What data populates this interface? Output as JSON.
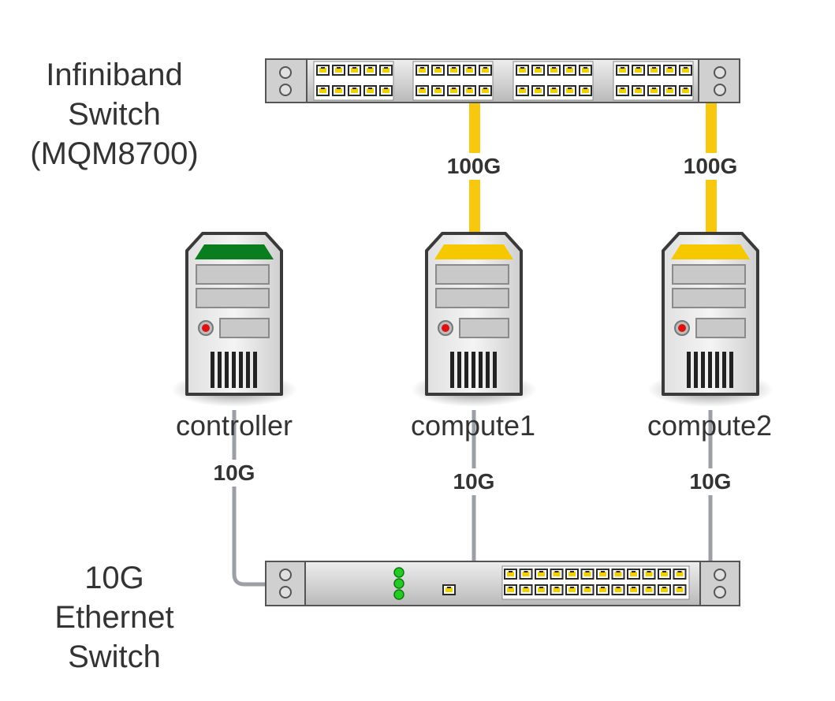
{
  "switches": {
    "infiniband": {
      "label_lines": [
        "Infiniband",
        "Switch",
        "(MQM8700)"
      ]
    },
    "ethernet": {
      "label_lines": [
        "10G",
        "Ethernet",
        "Switch"
      ]
    }
  },
  "servers": [
    {
      "id": "controller",
      "label": "controller",
      "accent_color": "#0a7d1e"
    },
    {
      "id": "compute1",
      "label": "compute1",
      "accent_color": "#f5c800"
    },
    {
      "id": "compute2",
      "label": "compute2",
      "accent_color": "#f5c800"
    }
  ],
  "links": [
    {
      "id": "ib-compute1",
      "label": "100G",
      "color": "#f7c80f"
    },
    {
      "id": "ib-compute2",
      "label": "100G",
      "color": "#f7c80f"
    },
    {
      "id": "eth-controller",
      "label": "10G",
      "color": "#9aa0a6"
    },
    {
      "id": "eth-compute1",
      "label": "10G",
      "color": "#9aa0a6"
    },
    {
      "id": "eth-compute2",
      "label": "10G",
      "color": "#9aa0a6"
    }
  ],
  "colors": {
    "switch_body": "#d9d9d9",
    "port_yellow": "#f2d000",
    "led_green": "#22cc22",
    "power_led_red": "#dd1111"
  }
}
